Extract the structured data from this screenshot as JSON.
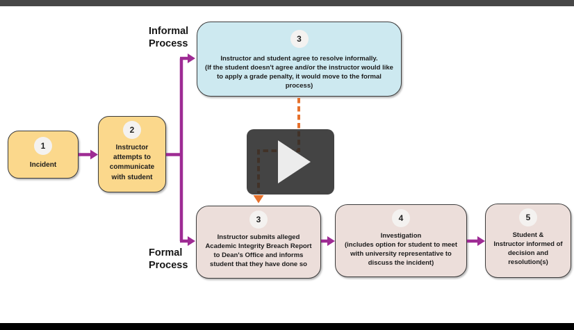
{
  "player": {
    "top_bar_color": "#474747",
    "bottom_bar_color": "#000000",
    "overlay_color": "#2a2a2a",
    "play_icon": "play-icon"
  },
  "flowchart": {
    "branch_labels": {
      "informal": "Informal Process",
      "formal": "Formal Process"
    },
    "colors": {
      "incident_fill": "#fbd88c",
      "informal_fill": "#cde9f0",
      "formal_fill": "#ecdeda",
      "node_border": "#3a3a3a",
      "number_circle_fill": "#f4f2f0",
      "solid_arrow": "#9e2b94",
      "dashed_arrow": "#e6712c"
    },
    "nodes": [
      {
        "number": "1",
        "text": "Incident"
      },
      {
        "number": "2",
        "text": "Instructor attempts to communicate with student"
      },
      {
        "number": "3",
        "text": "Instructor and student agree to resolve informally.\n(If the student doesn't agree and/or the instructor would like to apply a grade penalty, it would move to the formal process)"
      },
      {
        "number": "3",
        "text": "Instructor submits alleged Academic Integrity Breach Report to Dean's Office and informs student that they have done so"
      },
      {
        "number": "4",
        "text": "Investigation\n(includes option for student to meet with university representative to discuss the incident)"
      },
      {
        "number": "5",
        "text": "Student &\nInstructor informed of decision and resolution(s)"
      }
    ],
    "edges": [
      {
        "from": "1 Incident",
        "to": "2 Instructor attempts to communicate",
        "style": "solid"
      },
      {
        "from": "2 Instructor attempts to communicate",
        "to": "3 Informal: agree to resolve informally",
        "style": "solid"
      },
      {
        "from": "2 Instructor attempts to communicate",
        "to": "3 Formal: instructor submits breach report",
        "style": "solid"
      },
      {
        "from": "3 Informal: agree to resolve informally",
        "to": "3 Formal: instructor submits breach report",
        "style": "dashed"
      },
      {
        "from": "3 Formal: instructor submits breach report",
        "to": "4 Investigation",
        "style": "solid"
      },
      {
        "from": "4 Investigation",
        "to": "5 Student & Instructor informed",
        "style": "solid"
      }
    ]
  }
}
